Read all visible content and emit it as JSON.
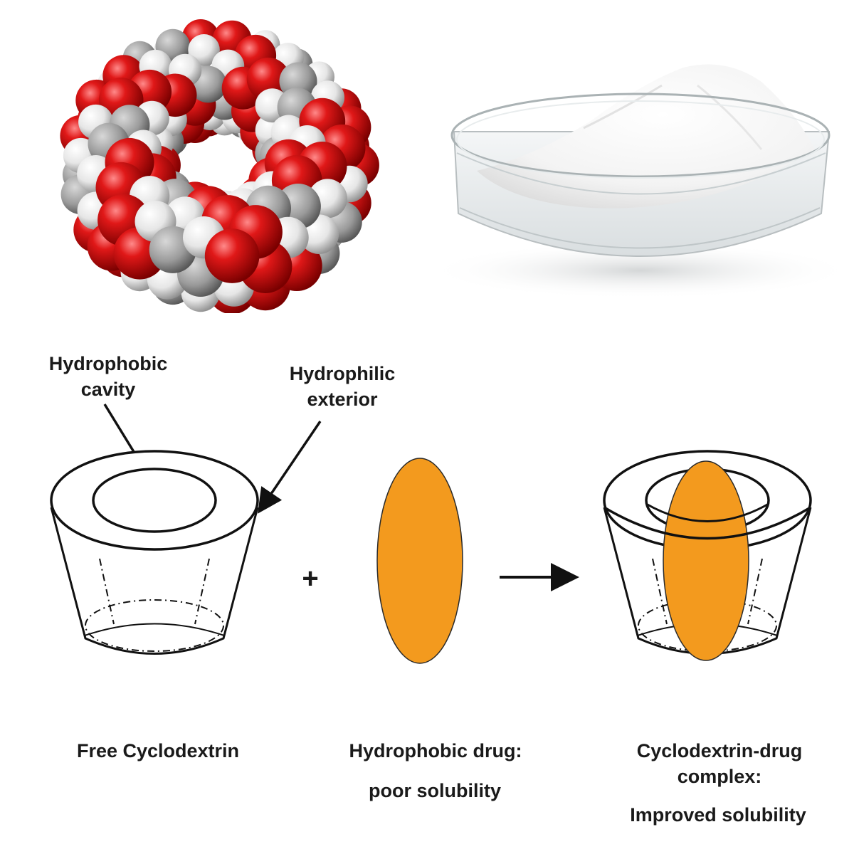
{
  "labels": {
    "hydrophobic_cavity": [
      "Hydrophobic",
      "cavity"
    ],
    "hydrophilic_exterior": [
      "Hydrophilic",
      "exterior"
    ],
    "plus": "+",
    "free_cyclodextrin": "Free Cyclodextrin",
    "drug": [
      "Hydrophobic drug:",
      "poor solubility"
    ],
    "complex": [
      "Cyclodextrin-drug",
      "complex:",
      "Improved solubility"
    ]
  },
  "colors": {
    "drug": "#f39a1e",
    "oxygen": "#d81414",
    "hydrogen": "#f2f2f2",
    "outline": "#111111"
  }
}
